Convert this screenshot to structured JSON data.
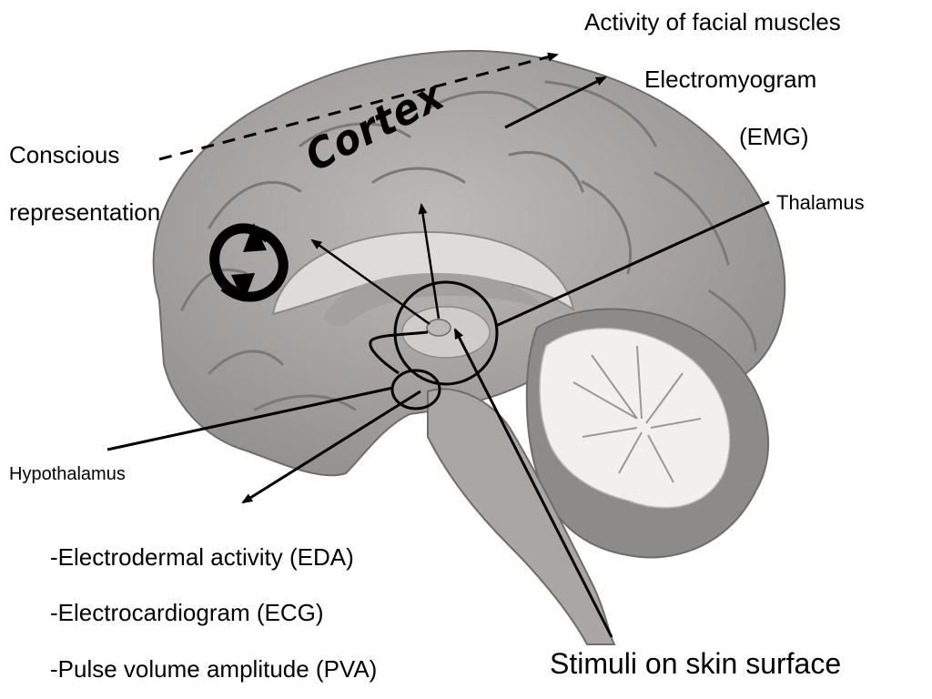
{
  "labels": {
    "activity_facial": "Activity of facial muscles",
    "electromyogram": "Electromyogram",
    "emg": "(EMG)",
    "conscious": "Conscious",
    "representation": "representation",
    "cortex": "Cortex",
    "thalamus": "Thalamus",
    "hypothalamus": "Hypothalamus",
    "eda": "-Electrodermal activity (EDA)",
    "ecg": "-Electrocardiogram (ECG)",
    "pva": "-Pulse volume amplitude (PVA)",
    "stimuli": "Stimuli on skin surface"
  },
  "colors": {
    "brain_gray": "#9a9a9a",
    "brain_light": "#c9c6c4",
    "ventricle_light": "#dedbd8",
    "cerebellum_white": "#f2f0ee",
    "stroke": "#000000"
  }
}
